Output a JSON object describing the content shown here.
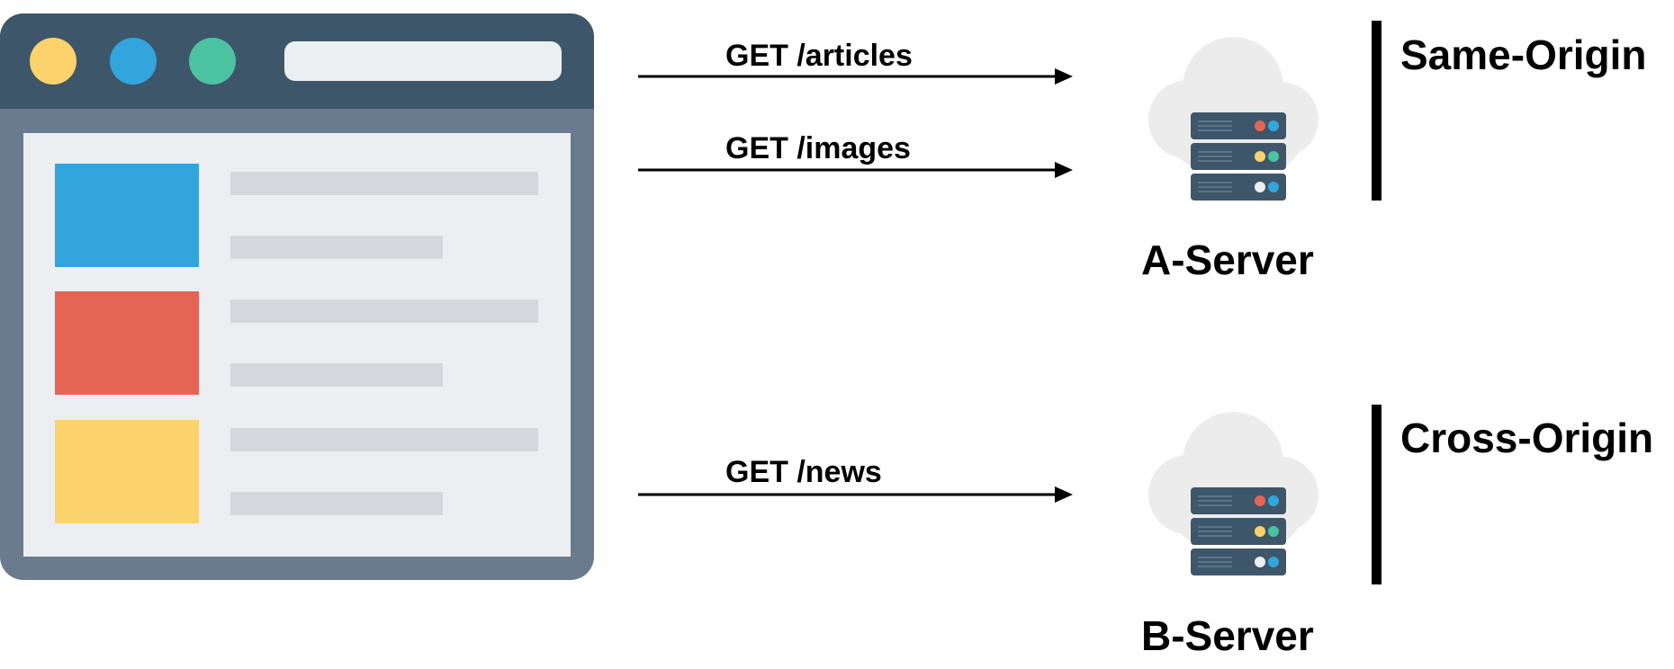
{
  "browser": {
    "traffic_lights": [
      "#fbd26b",
      "#33a5dd",
      "#4bc3a0"
    ],
    "thumbnail_colors": [
      "#33a5dd",
      "#e56555",
      "#fbd26b"
    ]
  },
  "requests": [
    {
      "label": "GET /articles",
      "target": "A-Server"
    },
    {
      "label": "GET /images",
      "target": "A-Server"
    },
    {
      "label": "GET /news",
      "target": "B-Server"
    }
  ],
  "servers": {
    "a": {
      "label": "A-Server"
    },
    "b": {
      "label": "B-Server"
    }
  },
  "origins": {
    "same": {
      "label": "Same-Origin"
    },
    "cross": {
      "label": "Cross-Origin"
    }
  }
}
